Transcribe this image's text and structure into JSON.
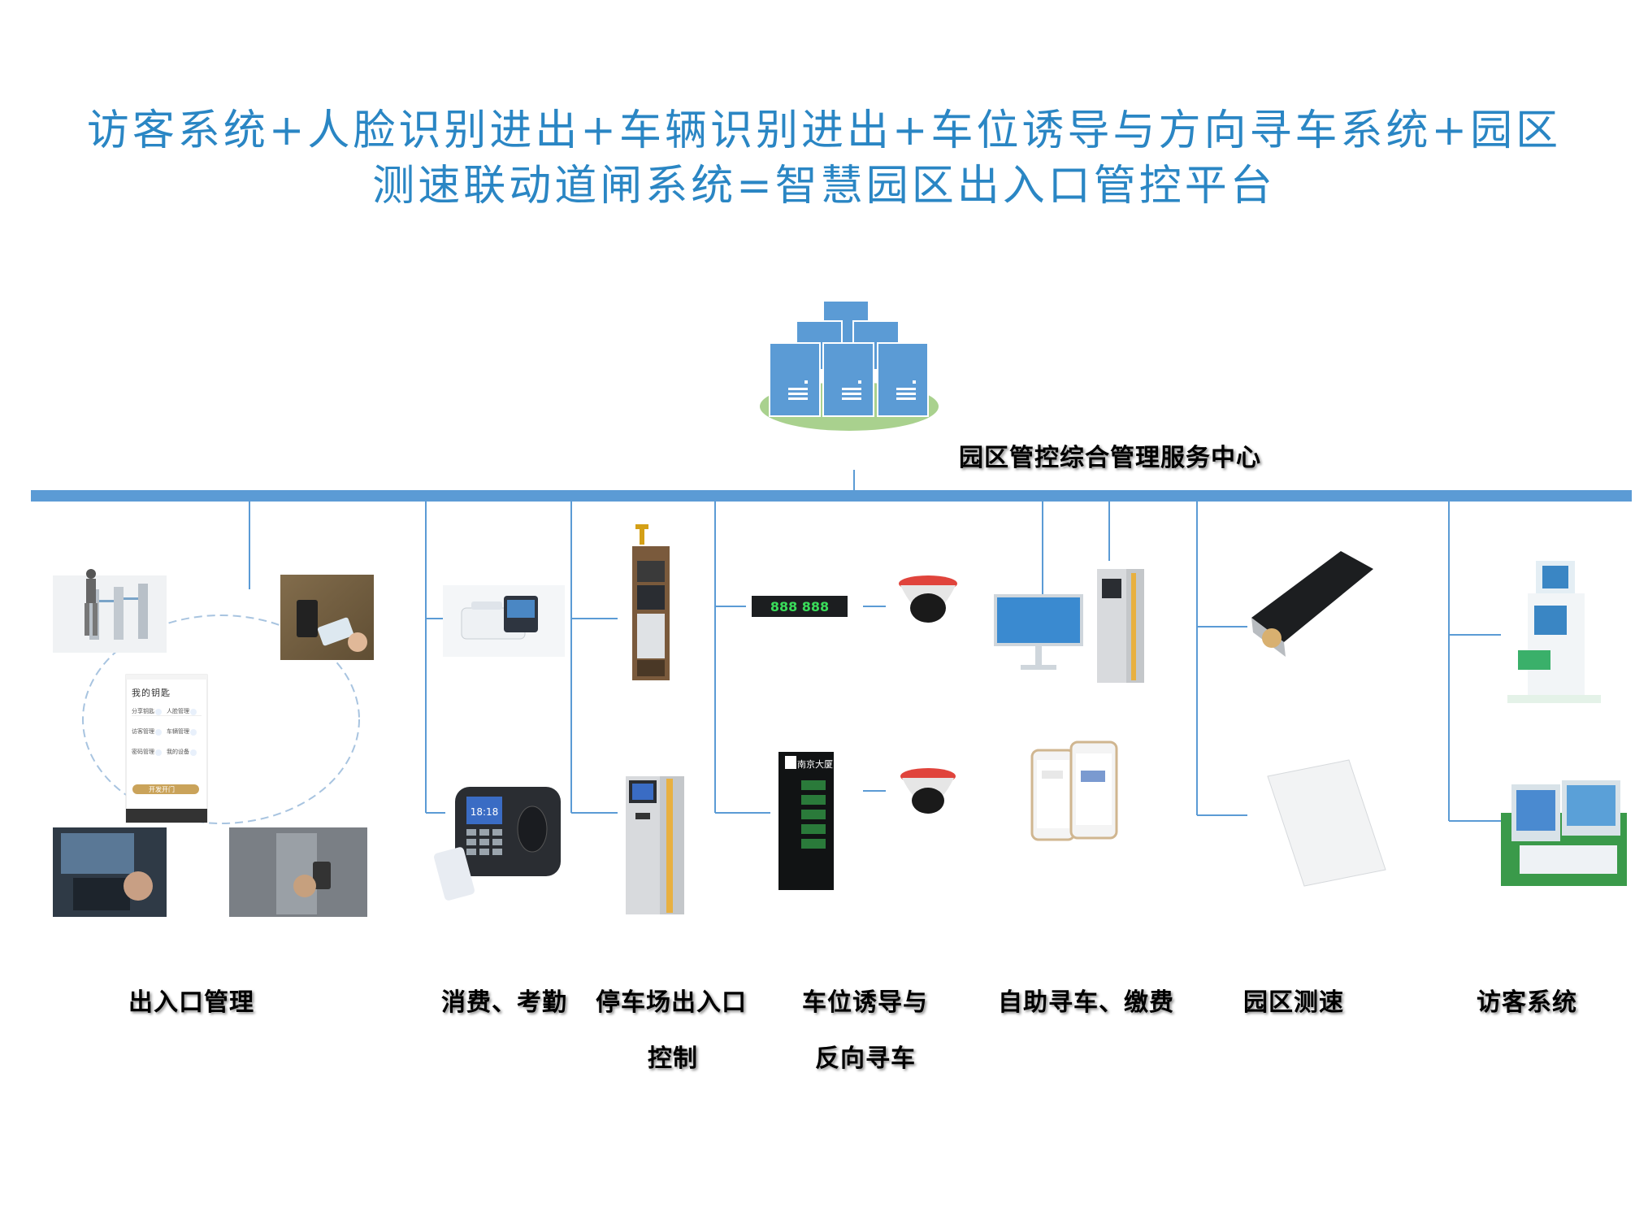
{
  "title": {
    "line1": "访客系统+人脸识别进出+车辆识别进出+车位诱导与方向寻车系统+园区",
    "line2": "测速联动道闸系统=智慧园区出入口管控平台"
  },
  "center": {
    "label": "园区管控综合管理服务中心"
  },
  "labels": {
    "access": "出入口管理",
    "consume": "消费、考勤",
    "parking_line1": "停车场出入口",
    "parking_line2": "控制",
    "guide_line1": "车位诱导与",
    "guide_line2": "反向寻车",
    "selfpay": "自助寻车、缴费",
    "speed": "园区测速",
    "visitor": "访客系统"
  },
  "devices": {
    "phone_app": {
      "header": "我的钥匙",
      "items": [
        "分享钥匙",
        "人脸管理",
        "访客管理",
        "车辆管理",
        "密码管理",
        "我的设备"
      ],
      "button": "开发开门"
    },
    "clock_time": "18:18",
    "led_bar": "888 888",
    "totem_header": "南京大厦"
  },
  "colors": {
    "accent": "#2a86c4",
    "bus": "#5b9bd5",
    "server": "#5b9bd5",
    "ground": "#a9d18e"
  }
}
